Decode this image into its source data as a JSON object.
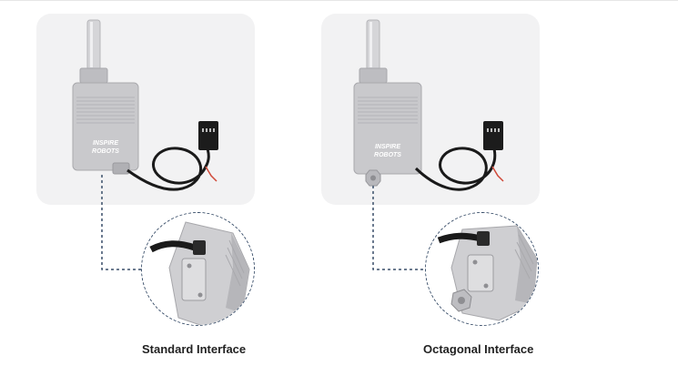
{
  "products": [
    {
      "id": "standard",
      "brand_line_1": "INSPIRE",
      "brand_line_2": "ROBOTS",
      "caption": "Standard Interface"
    },
    {
      "id": "octagonal",
      "brand_line_1": "INSPIRE",
      "brand_line_2": "ROBOTS",
      "caption": "Octagonal Interface"
    }
  ],
  "colors": {
    "card_bg": "#f2f2f3",
    "connector_line": "#3a4f6a",
    "caption_text": "#222222",
    "housing": "#c9c9cc",
    "cable": "#1a1a1a"
  }
}
